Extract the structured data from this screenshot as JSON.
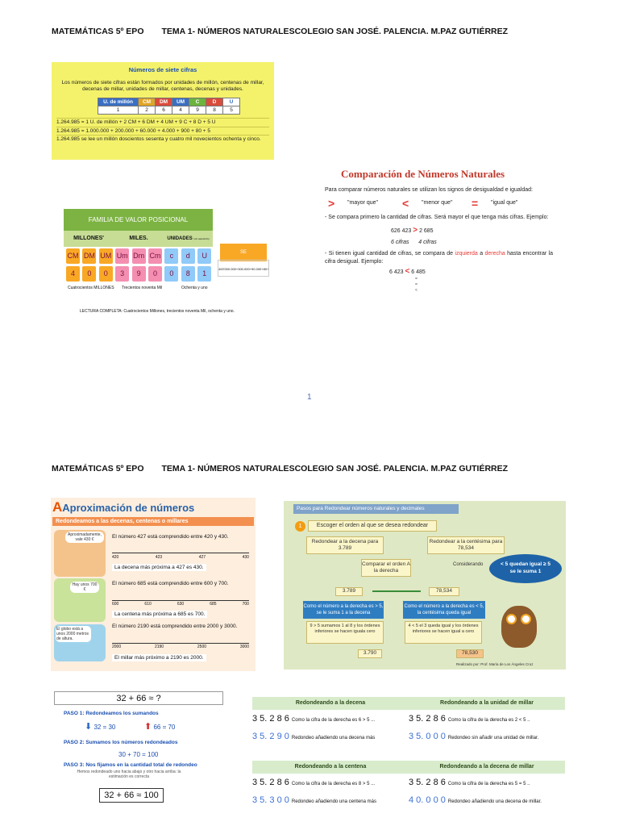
{
  "header": {
    "subject": "MATEMÁTICAS 5º EPO",
    "topic": "TEMA 1- NÚMEROS NATURALESCOLEGIO SAN JOSÉ.  PALENCIA.  M.PAZ GUTIÉRREZ"
  },
  "page_number": "1",
  "panel1": {
    "title": "Números de siete cifras",
    "desc": "Los números de siete cifras están formados por unidades de millón, centenas de millar, decenas de millar, unidades de millar, centenas, decenas y unidades.",
    "heads": [
      "U. de millón",
      "CM",
      "DM",
      "UM",
      "C",
      "D",
      "U"
    ],
    "values": [
      "1",
      "2",
      "6",
      "4",
      "9",
      "8",
      "5"
    ],
    "lines": [
      "1.264.985 = 1 U. de millón + 2 CM + 6 DM + 4 UM + 9 C + 8 D + 5 U",
      "1.264.985 = 1.000.000 + 200.000 + 60.000 + 4.000 + 900 + 80 + 5",
      "1.264.985 se lee un millón doscientos sesenta y cuatro mil novecientos ochenta y cinco."
    ]
  },
  "panel2": {
    "title": "FAMILIA DE VALOR POSICIONAL",
    "groups": [
      "MILLONES'",
      "MILES.",
      "UNIDADES"
    ],
    "group_note": "(sin apostrofo)",
    "cols": [
      "CM",
      "DM",
      "UM",
      "Um",
      "Dm",
      "Cm",
      "c",
      "d",
      "U"
    ],
    "digits": [
      "4",
      "0",
      "0",
      "3",
      "9",
      "0",
      "0",
      "8",
      "1"
    ],
    "reads": [
      "Cuatrocientos MILLONES",
      "Trecientos noventa Mil",
      "Ochenta y uno"
    ],
    "full": "LECTURA COMPLETA: Cuatrocientos Millones, trecientos noventa Mil, ochenta y uno.",
    "side": "SE DESCOMPONE....",
    "side_detail": "400'000.000+300.000+90.000+80+1"
  },
  "panel3": {
    "title": "Comparación de Números Naturales",
    "intro": "Para comparar números naturales se utilizan los signos de desigualdad e igualdad:",
    "signs": [
      ">",
      "\"mayor que\"",
      "<",
      "\"menor que\"",
      "=",
      "\"igual que\""
    ],
    "rule1": "- Se compara primero la cantidad de cifras. Será mayor el que tenga más cifras. Ejemplo:",
    "ex1": [
      "626 423",
      ">",
      "2 685"
    ],
    "ex1b": [
      "6 cifras",
      "4 cifras"
    ],
    "rule2a": "- Si tienen igual cantidad de cifras, se compara de ",
    "rule2b": "izquierda",
    "rule2c": " a ",
    "rule2d": "derecha",
    "rule2e": " hasta encontrar la cifra desigual. Ejemplo:",
    "ex2": [
      "6 423",
      "<",
      "6 485"
    ],
    "ex2b": [
      "=",
      "=",
      "<"
    ]
  },
  "panel4": {
    "title": "Aproximación de números",
    "sub": "Redondeamos a las decenas, centenas o millares",
    "s1": {
      "bubble": "Aproximadamente, vale 430 €",
      "t": "El número 427 está comprendido entre 420 y 430.",
      "ticks": [
        "420",
        "423",
        "427",
        "430"
      ],
      "r": "La decena más próxima a 427 es 430."
    },
    "s2": {
      "bubble": "Hay unos 700 €",
      "t": "El número 685 está comprendido entre 600 y 700.",
      "ticks": [
        "600",
        "610",
        "630",
        "685",
        "700"
      ],
      "r": "La centena más próxima a 685 es 700."
    },
    "s3": {
      "bubble": "El globo está a unos 2000 metros de altura.",
      "t": "El número 2190 está comprendido entre 2000 y 3000.",
      "ticks": [
        "2000",
        "2190",
        "2500",
        "3000"
      ],
      "r": "El millar más próximo a 2190 es 2000."
    }
  },
  "panel5": {
    "banner": "Pasos para  Redondear números naturales y decimales",
    "step": "Escoger el orden al que se desea redondear",
    "a": "Redondear a la decena para 3.789",
    "b": "Redondear a la centésima para 78,534",
    "cmp": "Comparar el orden A la derecha",
    "cons": "Considerando",
    "bubble": "< 5 quedan igual ≥ 5 se le suma 1",
    "n1": "3.789",
    "n2": "78,534",
    "r1": "Como el número a la derecha es > 5, se le suma 1 a la decena",
    "r2": "Como el número a la derecha es < 5, la centésima queda igual",
    "d1": "9 > 5 sumamos 1 al 8 y los órdenes inferiores se hacen iguala cero",
    "d2": "4 < 5 el 3 queda igual y los órdenes inferiores se hacen igual a cero",
    "res1": "3.790",
    "res2": "78,530",
    "credit": "Realizado por: Prof. María de Los Ángeles Cruz"
  },
  "panel6": {
    "q": "32 + 66 ≈ ?",
    "p1": "PASO 1: Redondeamos los sumandos",
    "a1": "32 = 30",
    "a2": "66 = 70",
    "p2": "PASO 2: Sumamos los números redondeados",
    "sum": "30 + 70 = 100",
    "p3": "PASO 3: Nos fijamos en la cantidad total de redondeo",
    "note": "Hemos redondeado uno hacia abajo y otro hacia arriba: la estimación es correcta",
    "ans": "32 + 66 ≈ 100"
  },
  "panel7": [
    {
      "title": "Redondeando a la decena",
      "a": "3  5. 2 8 6",
      "an": "Como la cifra de la derecha es 6 > 5 ...",
      "b": "3  5. 2 9 0",
      "bn": "Redondeo añadiendo una decena más"
    },
    {
      "title": "Redondeando a la unidad de millar",
      "a": "3 5. 2 8 6",
      "an": "Como la cifra de la derecha es 2 < 5 ..",
      "b": "3 5. 0 0 0",
      "bn": "Redondeo sin añadir una unidad de millar."
    },
    {
      "title": "Redondeando a la centena",
      "a": "3  5. 2 8 6",
      "an": "Como la cifra de la derecha es 8 > 5 ...",
      "b": "3  5. 3 0 0",
      "bn": "Redondeo añadiendo una centena más"
    },
    {
      "title": "Redondeando a la decena de millar",
      "a": "3 5. 2 8 6",
      "an": "Como la cifra de la derecha es 5 = 5 ..",
      "b": "4 0. 0 0 0",
      "bn": "Redondeo añadiendo una decena de millar."
    }
  ]
}
